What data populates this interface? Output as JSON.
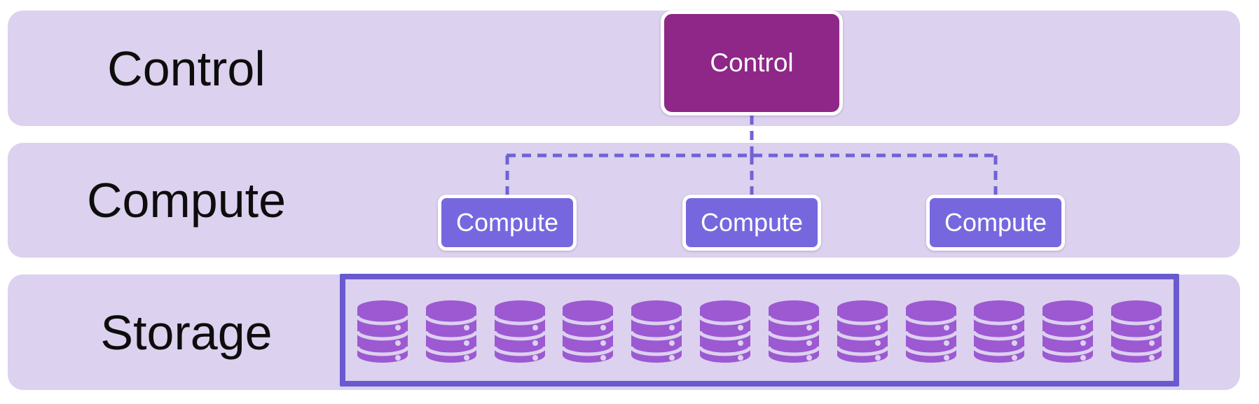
{
  "colors": {
    "band-bg": "#dcd1ee",
    "control-fill": "#8e2787",
    "compute-fill": "#7767de",
    "connector": "#7062d6",
    "storage-border": "#695ad0",
    "disk-fill": "#9c59d2",
    "label-color": "#0d0d0d",
    "node-text": "#ffffff"
  },
  "layers": {
    "control": {
      "label": "Control"
    },
    "compute": {
      "label": "Compute"
    },
    "storage": {
      "label": "Storage"
    }
  },
  "nodes": {
    "control": {
      "label": "Control"
    },
    "compute": [
      {
        "label": "Compute"
      },
      {
        "label": "Compute"
      },
      {
        "label": "Compute"
      }
    ]
  },
  "storage": {
    "disk_count": 12,
    "disk_icon": "database-cylinder-icon"
  }
}
